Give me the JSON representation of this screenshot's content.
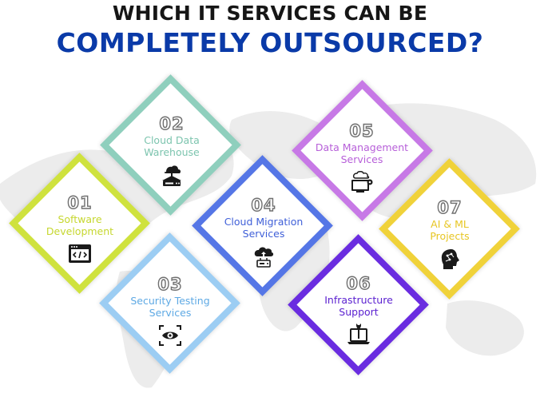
{
  "header": {
    "title_line_1": "WHICH IT SERVICES CAN BE",
    "title_line_2": "COMPLETELY OUTSOURCED?"
  },
  "colors": {
    "title_dark": "#161616",
    "title_blue": "#0a3aa8"
  },
  "cards": [
    {
      "number": "01",
      "label": "Software\nDevelopment",
      "icon": "code-window-icon",
      "color": "#cfe23e",
      "label_color": "#c6d72f"
    },
    {
      "number": "02",
      "label": "Cloud Data\nWarehouse",
      "icon": "cloud-server-icon",
      "color": "#8fcfbd",
      "label_color": "#7cc4ae"
    },
    {
      "number": "03",
      "label": "Security Testing\nServices",
      "icon": "eye-scan-icon",
      "color": "#9ccdf3",
      "label_color": "#5ea9e4"
    },
    {
      "number": "04",
      "label": "Cloud Migration\nServices",
      "icon": "cloud-upload-icon",
      "color": "#5576e6",
      "label_color": "#3f5fd8"
    },
    {
      "number": "05",
      "label": "Data Management\nServices",
      "icon": "cloud-computer-icon",
      "color": "#c779e6",
      "label_color": "#b75fd9"
    },
    {
      "number": "06",
      "label": "Infrastructure\nSupport",
      "icon": "laptop-wrench-icon",
      "color": "#6a2ce0",
      "label_color": "#5a1fd0"
    },
    {
      "number": "07",
      "label": "AI & ML\nProjects",
      "icon": "ai-head-icon",
      "color": "#f0d23a",
      "label_color": "#e7c622"
    }
  ]
}
